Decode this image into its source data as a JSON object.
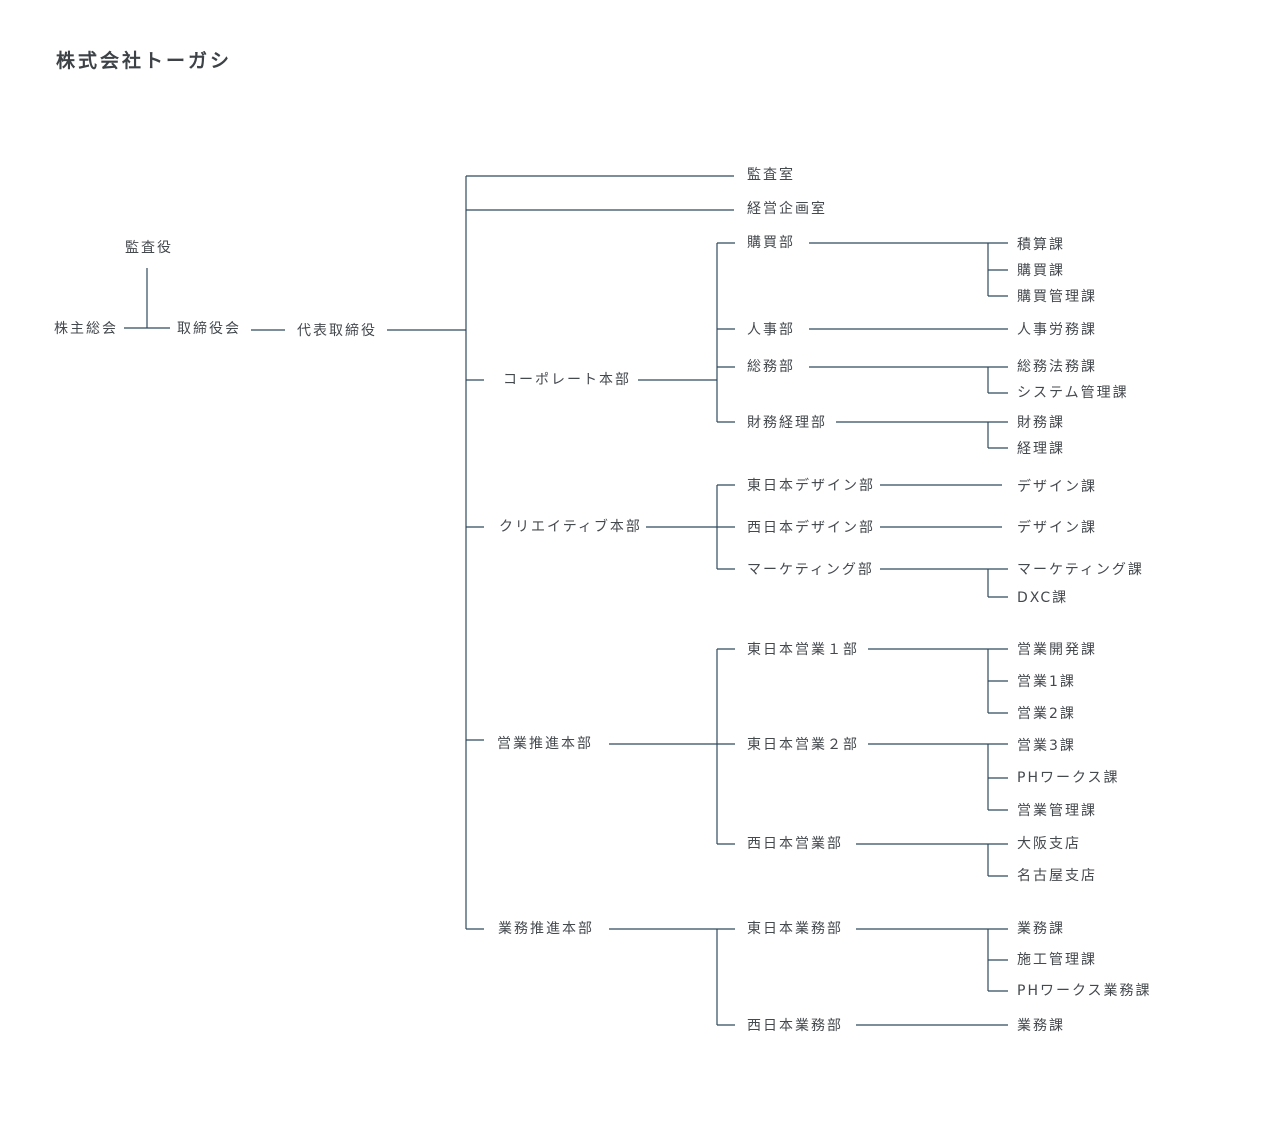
{
  "company_name": "株式会社トーガシ",
  "line_color": "#2f4a5e",
  "governance": {
    "shareholders_meeting": "株主総会",
    "auditor": "監査役",
    "board": "取締役会",
    "ceo": "代表取締役"
  },
  "direct_offices": [
    "監査室",
    "経営企画室"
  ],
  "divisions": [
    {
      "name": "コーポレート本部",
      "departments": [
        {
          "name": "購買部",
          "sections": [
            "積算課",
            "購買課",
            "購買管理課"
          ]
        },
        {
          "name": "人事部",
          "sections": [
            "人事労務課"
          ]
        },
        {
          "name": "総務部",
          "sections": [
            "総務法務課",
            "システム管理課"
          ]
        },
        {
          "name": "財務経理部",
          "sections": [
            "財務課",
            "経理課"
          ]
        }
      ]
    },
    {
      "name": "クリエイティブ本部",
      "departments": [
        {
          "name": "東日本デザイン部",
          "sections": [
            "デザイン課"
          ]
        },
        {
          "name": "西日本デザイン部",
          "sections": [
            "デザイン課"
          ]
        },
        {
          "name": "マーケティング部",
          "sections": [
            "マーケティング課",
            "DXC課"
          ]
        }
      ]
    },
    {
      "name": "営業推進本部",
      "departments": [
        {
          "name": "東日本営業１部",
          "sections": [
            "営業開発課",
            "営業1課",
            "営業2課"
          ]
        },
        {
          "name": "東日本営業２部",
          "sections": [
            "営業3課",
            "PHワークス課",
            "営業管理課"
          ]
        },
        {
          "name": "西日本営業部",
          "sections": [
            "大阪支店",
            "名古屋支店"
          ]
        }
      ]
    },
    {
      "name": "業務推進本部",
      "departments": [
        {
          "name": "東日本業務部",
          "sections": [
            "業務課",
            "施工管理課",
            "PHワークス業務課"
          ]
        },
        {
          "name": "西日本業務部",
          "sections": [
            "業務課"
          ]
        }
      ]
    }
  ]
}
